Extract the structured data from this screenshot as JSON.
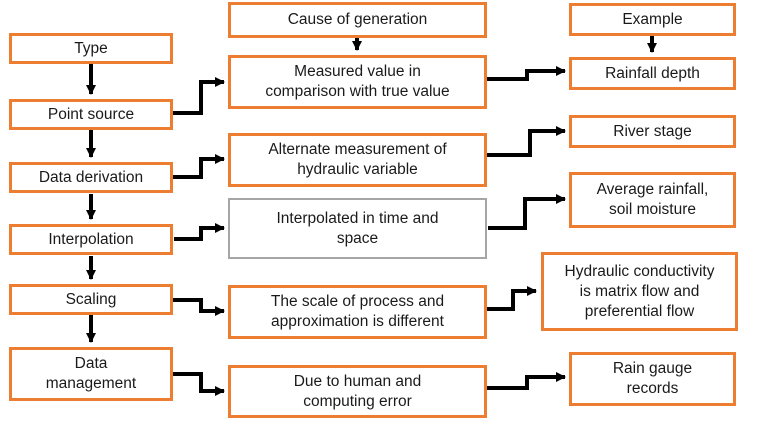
{
  "diagram": {
    "description": "Flowchart of uncertainty sources in hydrologic data",
    "colors": {
      "box_border_orange": "#ED7D31",
      "box_border_gray": "#A6A6A6",
      "arrow_black": "#000000",
      "text": "#1A1A1A",
      "background": "#FFFFFF"
    },
    "column_headers": {
      "cause": "Cause of generation",
      "example": "Example"
    },
    "rows": [
      {
        "stage": "Type"
      },
      {
        "stage": "Point source",
        "cause": "Measured value in comparison with true value",
        "example": "Rainfall depth"
      },
      {
        "stage": "Data derivation",
        "cause": "Alternate measurement of hydraulic variable",
        "example": "River stage"
      },
      {
        "stage": "Interpolation",
        "cause": "Interpolated in time and space",
        "example": "Average rainfall, soil moisture"
      },
      {
        "stage": "Scaling",
        "cause": "The scale of process and approximation is different",
        "example": "Hydraulic conductivity is matrix flow and preferential flow"
      },
      {
        "stage": "Data management",
        "cause": "Due to human and computing error",
        "example": "Rain gauge records"
      }
    ]
  }
}
